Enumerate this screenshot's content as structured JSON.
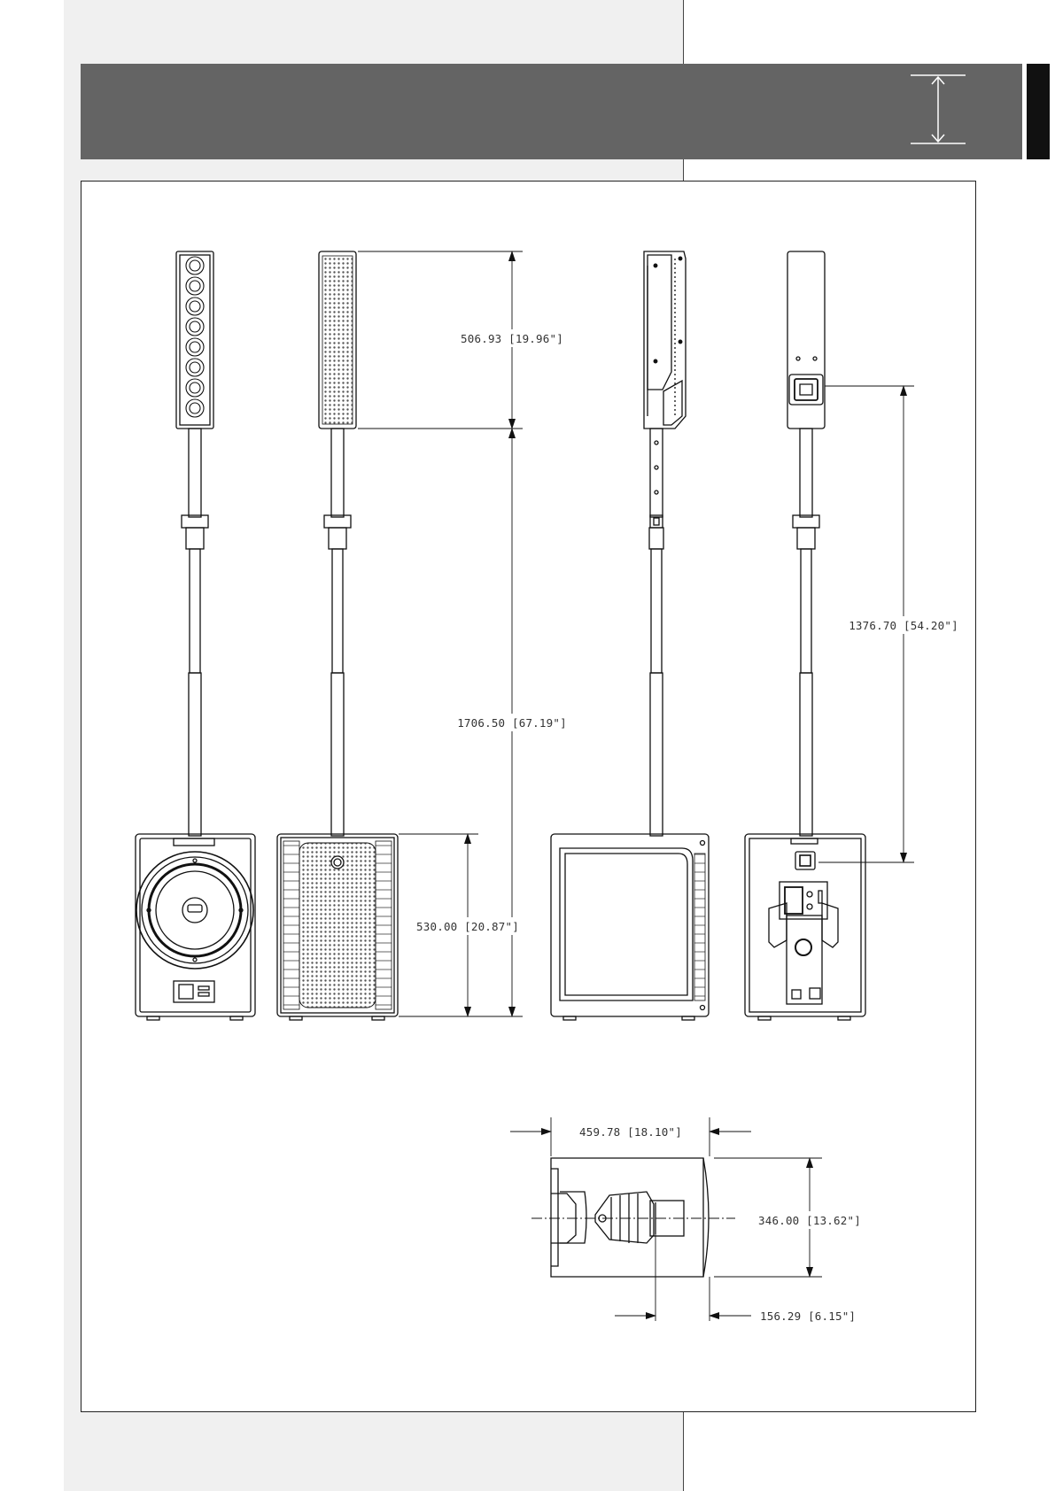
{
  "header": {
    "bar_color": "#646464",
    "tab_color": "#111111",
    "icon": "height-dimension-icon"
  },
  "dimensions": {
    "top_module_height": "506.93  [19.96\"]",
    "total_height": "1706.50  [67.19\"]",
    "sub_height": "530.00  [20.87\"]",
    "pole_mount_height": "1376.70  [54.20\"]",
    "sub_width": "459.78  [18.10\"]",
    "sub_depth": "346.00  [13.62\"]",
    "pole_offset": "156.29  [6.15\"]"
  }
}
